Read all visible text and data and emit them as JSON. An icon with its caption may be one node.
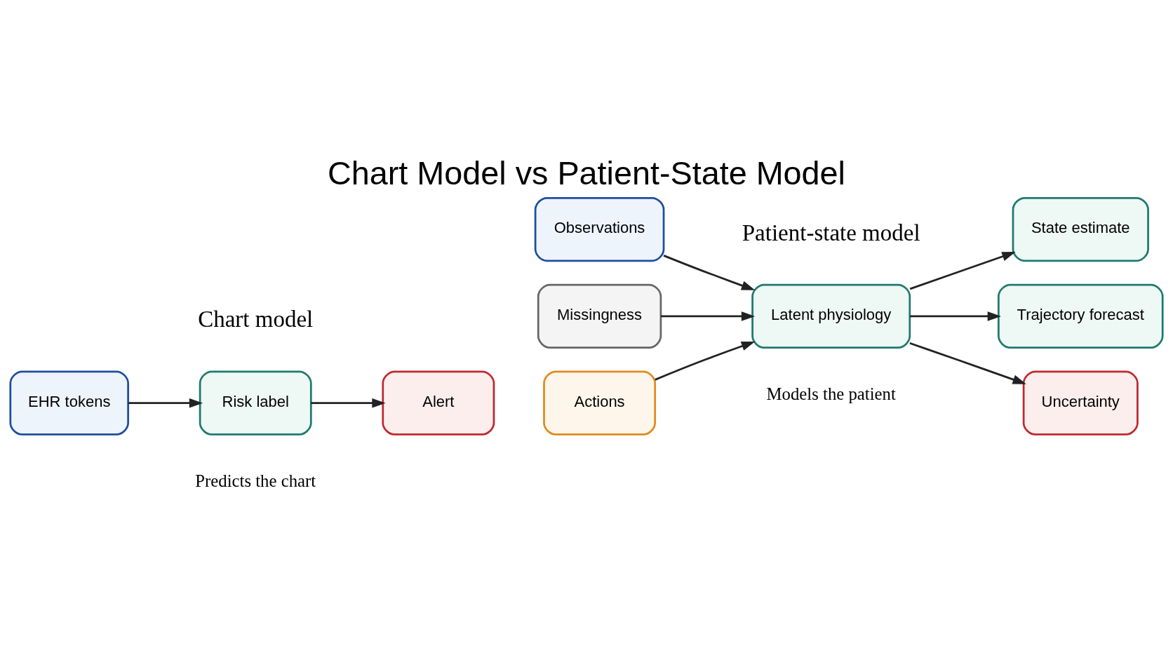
{
  "diagram": {
    "title": "Chart Model vs Patient-State Model",
    "nodes": [
      {
        "text": [
          "EHR tokens"
        ]
      },
      {
        "text": [
          "Risk label"
        ]
      },
      {
        "text": [
          "Alert"
        ]
      },
      {
        "text": [
          "Observations"
        ]
      },
      {
        "text": [
          "Actions"
        ]
      },
      {
        "text": [
          "Missingness"
        ]
      },
      {
        "text": [
          "Latent physiology"
        ]
      },
      {
        "text": [
          "State estimate"
        ]
      },
      {
        "text": [
          "Trajectory forecast"
        ]
      },
      {
        "text": [
          "Uncertainty"
        ]
      }
    ],
    "edges": [
      {
        "from": 0,
        "to": 1,
        "arrow": "to"
      },
      {
        "from": 1,
        "to": 2,
        "arrow": "to"
      },
      {
        "from": 3,
        "to": 6,
        "arrow": "to"
      },
      {
        "from": 4,
        "to": 6,
        "arrow": "to"
      },
      {
        "from": 5,
        "to": 6,
        "arrow": "to"
      },
      {
        "from": 6,
        "to": 7,
        "arrow": "to"
      },
      {
        "from": 6,
        "to": 8,
        "arrow": "to"
      },
      {
        "from": 6,
        "to": 9,
        "arrow": "to"
      }
    ],
    "labels": [
      "Chart model",
      "Patient-state model",
      "Predicts the chart",
      "Models the patient"
    ]
  }
}
